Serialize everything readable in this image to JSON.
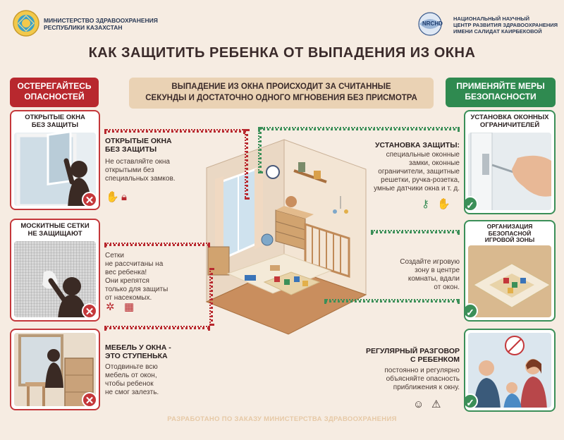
{
  "header": {
    "left_org": "МИНИСТЕРСТВО ЗДРАВООХРАНЕНИЯ РЕСПУБЛИКИ КАЗАХСТАН",
    "left_org_line1": "МИНИСТЕРСТВО ЗДРАВООХРАНЕНИЯ",
    "left_org_line2": "РЕСПУБЛИКИ КАЗАХСТАН",
    "right_org_line1": "НАЦИОНАЛЬНЫЙ НАУЧНЫЙ",
    "right_org_line2": "ЦЕНТР РАЗВИТИЯ ЗДРАВООХРАНЕНИЯ",
    "right_org_line3": "ИМЕНИ САЛИДАТ КАИРБЕКОВОЙ",
    "right_logo_text": "NRCHD"
  },
  "title": "КАК ЗАЩИТИТЬ РЕБЕНКА ОТ ВЫПАДЕНИЯ ИЗ ОКНА",
  "left_pill": {
    "line1": "ОСТЕРЕГАЙТЕСЬ",
    "line2": "ОПАСНОСТЕЙ"
  },
  "center_pill": {
    "line1": "ВЫПАДЕНИЕ ИЗ ОКНА ПРОИСХОДИТ ЗА СЧИТАННЫЕ",
    "line2": "СЕКУНДЫ И ДОСТАТОЧНО ОДНОГО МГНОВЕНИЯ БЕЗ ПРИСМОТРА"
  },
  "right_pill": {
    "line1": "ПРИМЕНЯЙТЕ МЕРЫ",
    "line2": "БЕЗОПАСНОСТИ"
  },
  "dangers": [
    {
      "card_title_1": "ОТКРЫТЫЕ ОКНА",
      "card_title_2": "БЕЗ ЗАЩИТЫ",
      "head_1": "ОТКРЫТЫЕ ОКНА",
      "head_2": "БЕЗ ЗАЩИТЫ",
      "body_1": "Не оставляйте окна",
      "body_2": "открытыми без",
      "body_3": "специальных замков."
    },
    {
      "card_title_1": "МОСКИТНЫЕ СЕТКИ",
      "card_title_2": "НЕ ЗАЩИЩАЮТ",
      "body_1": "Сетки",
      "body_2": "не рассчитаны на",
      "body_3": "вес ребенка!",
      "body_4": "Они крепятся",
      "body_5": "только для защиты",
      "body_6": "от насекомых."
    },
    {
      "head_1": "МЕБЕЛЬ У ОКНА -",
      "head_2": "ЭТО СТУПЕНЬКА",
      "body_1": "Отодвиньте всю",
      "body_2": "мебель от окон,",
      "body_3": "чтобы  ребенок",
      "body_4": "не смог залезть."
    }
  ],
  "measures": [
    {
      "card_title_1": "УСТАНОВКА ОКОННЫХ",
      "card_title_2": "ОГРАНИЧИТЕЛЕЙ",
      "head": "УСТАНОВКА ЗАЩИТЫ:",
      "body_1": "специальные оконные",
      "body_2": "замки, оконные",
      "body_3": "ограничители, защитные",
      "body_4": "решетки, ручка-розетка,",
      "body_5": "умные датчики окна и т. д."
    },
    {
      "card_title_1": "ОРГАНИЗАЦИЯ",
      "card_title_2": "БЕЗОПАСНОЙ",
      "card_title_3": "ИГРОВОЙ ЗОНЫ",
      "body_1": "Создайте игровую",
      "body_2": "зону в центре",
      "body_3": "комнаты, вдали",
      "body_4": "от окон."
    },
    {
      "head_1": "РЕГУЛЯРНЫЙ РАЗГОВОР",
      "head_2": "С РЕБЕНКОМ",
      "body_1": "постоянно и регулярно",
      "body_2": "объясняйте опасность",
      "body_3": "приближения к окну."
    }
  ],
  "footer": "РАЗРАБОТАНО ПО ЗАКАЗУ МИНИСТЕРСТВА ЗДРАВООХРАНЕНИЯ",
  "colors": {
    "danger": "#b8282e",
    "safe": "#2f8a50",
    "background": "#f6ece2"
  }
}
